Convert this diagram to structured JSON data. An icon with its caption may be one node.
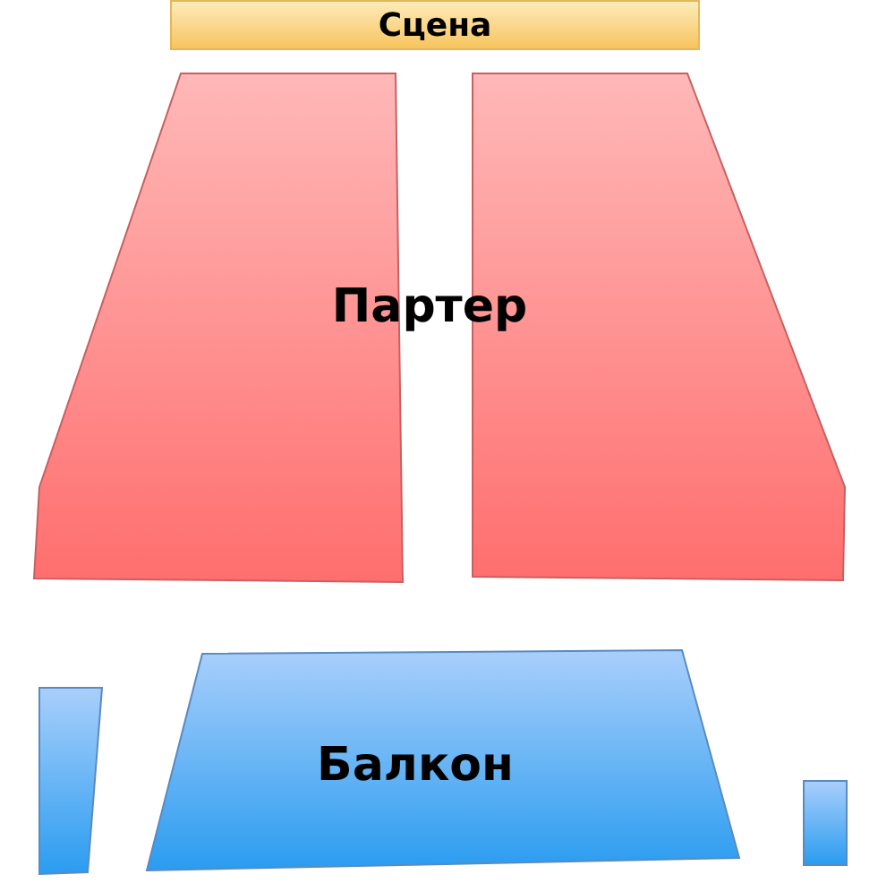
{
  "diagram": {
    "nodes": [
      {
        "text": [
          "Сцена"
        ]
      },
      {
        "text": [],
        "shape": "box"
      },
      {
        "text": [],
        "shape": "box"
      },
      {
        "text": [
          "Балкон"
        ]
      },
      {
        "text": [],
        "shape": "box"
      },
      {
        "text": [],
        "shape": "box"
      }
    ],
    "labels": [
      "Партер"
    ]
  }
}
